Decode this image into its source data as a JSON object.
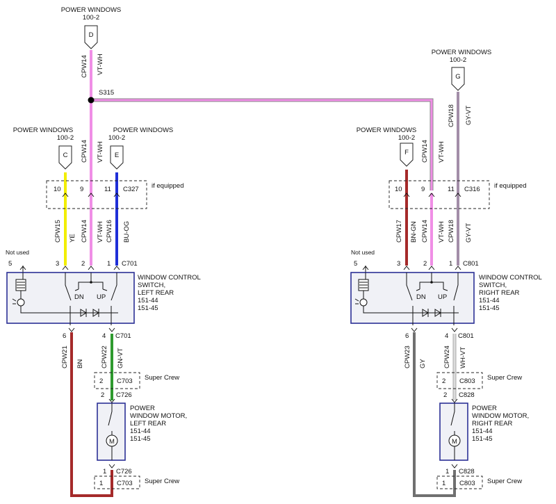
{
  "diagram": {
    "refs": [
      {
        "id": "D",
        "title": "POWER WINDOWS",
        "page": "100-2"
      },
      {
        "id": "C",
        "title": "POWER WINDOWS",
        "page": "100-2"
      },
      {
        "id": "E",
        "title": "POWER WINDOWS",
        "page": "100-2"
      },
      {
        "id": "G",
        "title": "POWER WINDOWS",
        "page": "100-2"
      },
      {
        "id": "F",
        "title": "POWER WINDOWS",
        "page": "100-2"
      }
    ],
    "splice": "S315",
    "circuits": {
      "cpw14": "CPW14",
      "vt_wh": "VT-WH",
      "cpw15": "CPW15",
      "ye": "YE",
      "cpw16": "CPW16",
      "bu_og": "BU-OG",
      "cpw17": "CPW17",
      "bn_gn": "BN-GN",
      "cpw18": "CPW18",
      "gy_vt": "GY-VT",
      "cpw21": "CPW21",
      "bn": "BN",
      "cpw22": "CPW22",
      "gn_vt": "GN-VT",
      "cpw23": "CPW23",
      "gy": "GY",
      "cpw24": "CPW24",
      "wh_vt": "WH-VT"
    },
    "pins": {
      "p10": "10",
      "p9": "9",
      "p11": "11",
      "p5": "5",
      "p3": "3",
      "p2": "2",
      "p1": "1",
      "p6": "6",
      "p4": "4"
    },
    "connectors": {
      "c327": "C327",
      "c316": "C316",
      "c701": "C701",
      "c801": "C801",
      "c703": "C703",
      "c803": "C803",
      "c726": "C726",
      "c828": "C828"
    },
    "if_equipped_left": "if equipped",
    "if_equipped_right": "if equipped",
    "not_used": "Not used",
    "super_crew": "Super Crew",
    "switch_left": {
      "l1": "WINDOW CONTROL",
      "l2": "SWITCH,",
      "l3": "LEFT REAR",
      "l4": "151-44",
      "l5": "151-45"
    },
    "switch_right": {
      "l1": "WINDOW CONTROL",
      "l2": "SWITCH,",
      "l3": "RIGHT REAR",
      "l4": "151-44",
      "l5": "151-45"
    },
    "motor_left": {
      "l1": "POWER",
      "l2": "WINDOW MOTOR,",
      "l3": "LEFT REAR",
      "l4": "151-44",
      "l5": "151-45"
    },
    "motor_right": {
      "l1": "POWER",
      "l2": "WINDOW MOTOR,",
      "l3": "RIGHT REAR",
      "l4": "151-44",
      "l5": "151-45"
    },
    "dn": "DN",
    "up": "UP",
    "motor_glyph": "M",
    "colors": {
      "violet_white": "#f08ee6",
      "yellow": "#f2ee00",
      "blue": "#1f2fd8",
      "brown": "#a52a2a",
      "gray_violet": "#a38ea8",
      "green": "#2f9a2f",
      "gray": "#707070",
      "frame": "#2a2f95"
    }
  }
}
